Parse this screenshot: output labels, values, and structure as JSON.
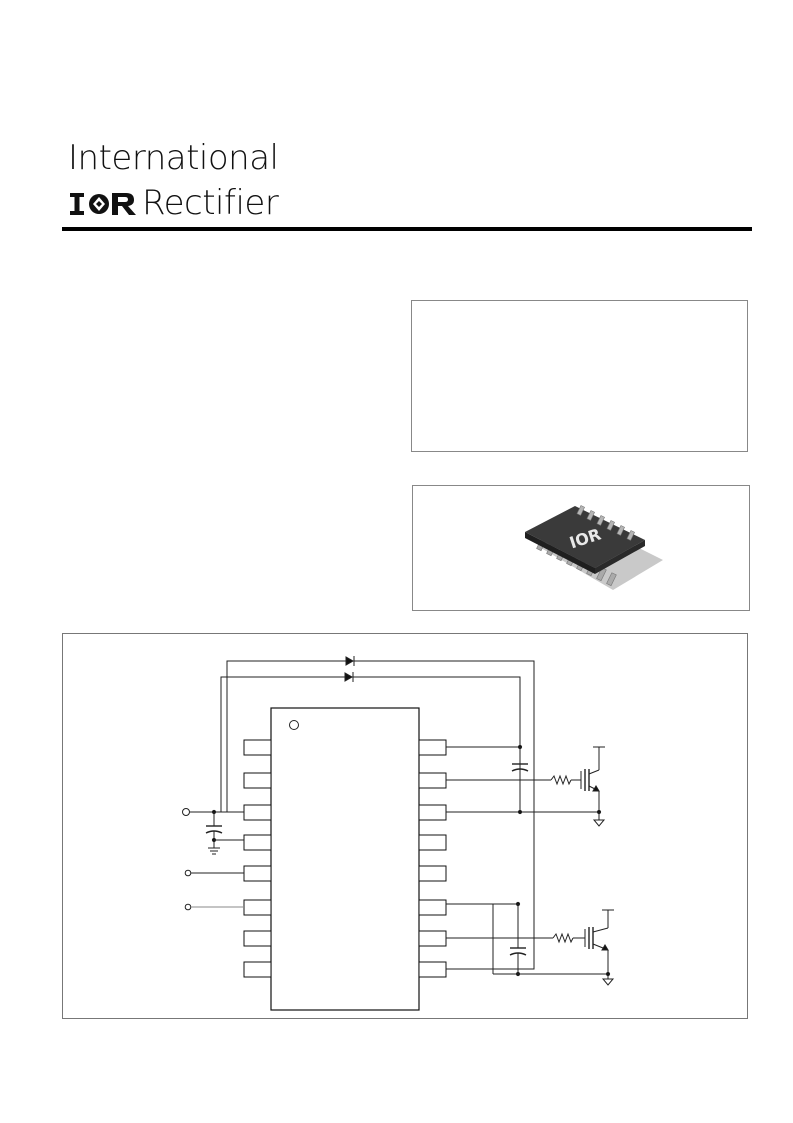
{
  "brand": {
    "line1": "International",
    "mark": "IOR",
    "line2": "Rectifier"
  },
  "package_image": {
    "mark": "IOR"
  },
  "circuit": {
    "left_pins": 8,
    "right_pins": 8
  }
}
